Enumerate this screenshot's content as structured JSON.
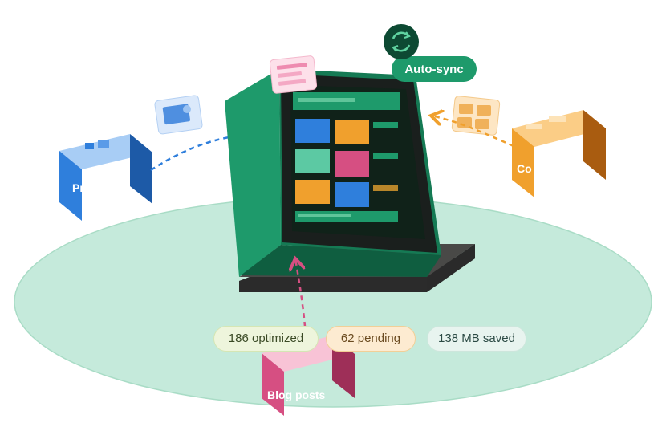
{
  "badge": {
    "label": "Auto-sync",
    "icon": "sync-icon"
  },
  "sources": [
    {
      "id": "products",
      "label": "Pr",
      "color": "#2f7fdc",
      "icon": "image-card-icon"
    },
    {
      "id": "collections",
      "label": "Co",
      "color": "#f0a02d",
      "icon": "grid-card-icon"
    },
    {
      "id": "blog_posts",
      "label": "Blog posts",
      "color": "#d64f82",
      "icon": "text-card-icon"
    }
  ],
  "stats": [
    {
      "label": "186 optimized"
    },
    {
      "label": "62 pending"
    },
    {
      "label": "138 MB saved"
    }
  ],
  "colors": {
    "monitor_green": "#1e9a6b",
    "platform": "#c5eadb",
    "badge": "#1e9a6b"
  }
}
